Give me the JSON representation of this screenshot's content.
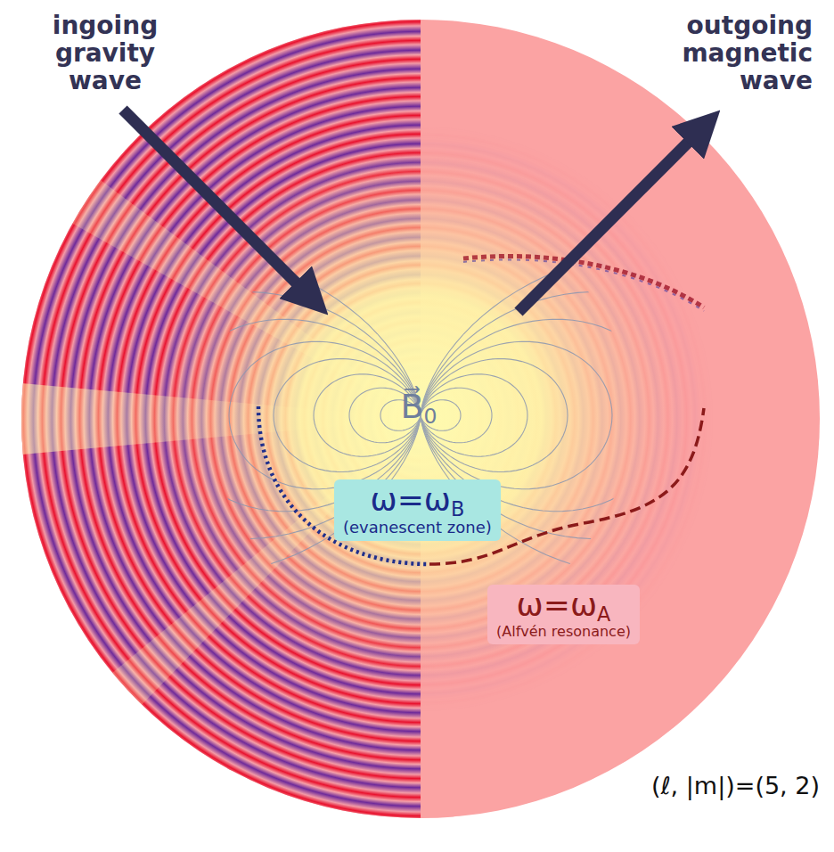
{
  "diagram": {
    "nodes": [
      {
        "text": [
          "ω=ωB",
          "(evanescent zone)"
        ]
      },
      {
        "text": [
          "ω=ωA",
          "(Alfvén resonance)"
        ]
      }
    ],
    "labels": [
      "ingoing gravity wave",
      "outgoing magnetic wave",
      "B⃗0",
      "(ℓ, |m|)=(5, 2)"
    ]
  }
}
